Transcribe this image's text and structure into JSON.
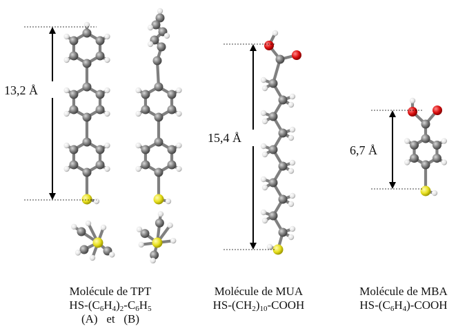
{
  "dimensions": {
    "tpt": "13,2 Å",
    "mua": "15,4 Å",
    "mba": "6,7 Å"
  },
  "captions": {
    "tpt": {
      "name": "Molécule de TPT",
      "formula_parts": [
        "HS-(C",
        "6",
        "H",
        "4",
        ")",
        "2",
        "-C",
        "6",
        "H",
        "5"
      ],
      "label_a": "(A)",
      "label_and": "et",
      "label_b": "(B)"
    },
    "mua": {
      "name": "Molécule de MUA",
      "formula_parts": [
        "HS-(CH",
        "2",
        ")",
        "10",
        "-COOH"
      ]
    },
    "mba": {
      "name": "Molécule de MBA",
      "formula_parts": [
        "HS-(C",
        "6",
        "H",
        "4",
        ")-COOH"
      ]
    }
  },
  "colors": {
    "carbon": "#7a7a7a",
    "hydrogen": "#e6e6e6",
    "sulfur": "#e8e020",
    "oxygen": "#dd1111"
  }
}
